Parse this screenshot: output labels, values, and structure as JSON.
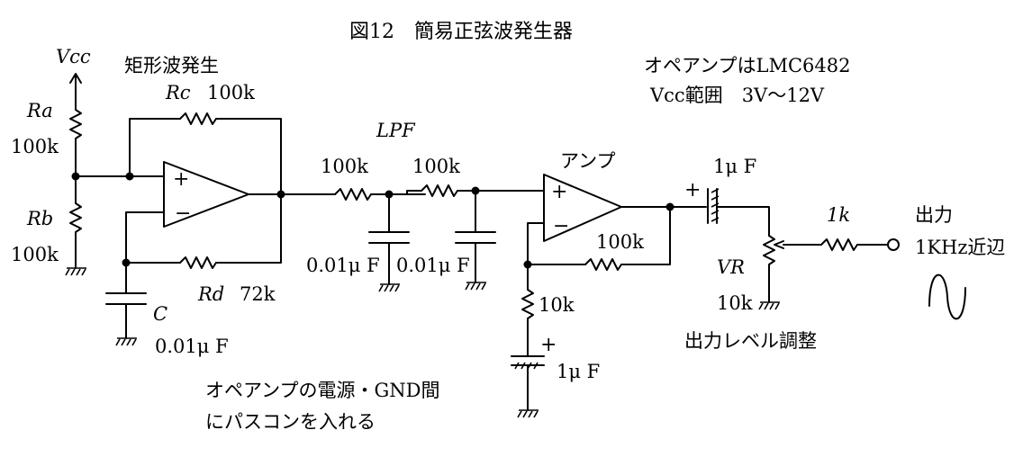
{
  "title": "図12　簡易正弦波発生器",
  "notes": {
    "opamp": "オペアンプはLMC6482",
    "vcc_range": "Vcc範囲　3V～12V",
    "bypass_line1": "オペアンプの電源・GND間",
    "bypass_line2": "にパスコンを入れる"
  },
  "sections": {
    "square": "矩形波発生",
    "lpf": "LPF",
    "amp": "アンプ"
  },
  "supply": {
    "vcc": "Vcc"
  },
  "components": {
    "ra": {
      "name": "Ra",
      "value": "100k"
    },
    "rb": {
      "name": "Rb",
      "value": "100k"
    },
    "rc": {
      "name": "Rc",
      "value": "100k"
    },
    "rd": {
      "name": "Rd",
      "value": "72k"
    },
    "c": {
      "name": "C",
      "value": "0.01μ F"
    },
    "r_lpf1": {
      "value": "100k"
    },
    "r_lpf2": {
      "value": "100k"
    },
    "c_lpf1": {
      "value": "0.01μ F"
    },
    "c_lpf2": {
      "value": "0.01μ F"
    },
    "r_fb": {
      "value": "100k"
    },
    "r_gnd": {
      "value": "10k"
    },
    "c_gnd": {
      "value": "1μ F"
    },
    "c_out": {
      "value": "1μ F"
    },
    "vr": {
      "name": "VR",
      "value": "10k"
    },
    "r_out": {
      "value": "1k"
    }
  },
  "opamp_signs": {
    "plus": "+",
    "minus": "−"
  },
  "cap_polarity": "+",
  "output": {
    "label": "出力",
    "freq": "1KHz近辺",
    "adjust": "出力レベル調整"
  }
}
